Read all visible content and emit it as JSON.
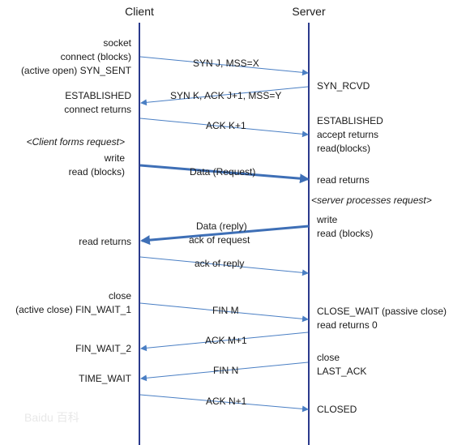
{
  "headers": {
    "client": "Client",
    "server": "Server"
  },
  "client_labels": {
    "socket": "socket",
    "connect_blocks": "connect (blocks)",
    "active_open": "(active open) SYN_SENT",
    "established": "ESTABLISHED",
    "connect_returns": "connect returns",
    "forms_request": "<Client forms request>",
    "write": "write",
    "read_blocks": "read (blocks)",
    "read_returns": "read returns",
    "close": "close",
    "active_close": "(active close) FIN_WAIT_1",
    "fin_wait_2": "FIN_WAIT_2",
    "time_wait": "TIME_WAIT"
  },
  "server_labels": {
    "syn_rcvd": "SYN_RCVD",
    "established": "ESTABLISHED",
    "accept_returns": "accept returns",
    "read_blocks": "read(blocks)",
    "read_returns": "read returns",
    "processes_request": "<server processes request>",
    "write": "write",
    "read_blocks2": "read (blocks)",
    "close_wait": "CLOSE_WAIT (passive close)",
    "read_returns_0": "read returns 0",
    "close": "close",
    "last_ack": "LAST_ACK",
    "closed": "CLOSED"
  },
  "messages": {
    "syn_j": "SYN J, MSS=X",
    "syn_k": "SYN K, ACK J+1, MSS=Y",
    "ack_k1": "ACK K+1",
    "data_request": "Data (Request)",
    "data_reply": "Data (reply)",
    "ack_of_request": "ack of request",
    "ack_of_reply": "ack of reply",
    "fin_m": "FIN M",
    "ack_m1": "ACK M+1",
    "fin_n": "FIN N",
    "ack_n1": "ACK N+1"
  },
  "watermark": "Baidu 百科"
}
